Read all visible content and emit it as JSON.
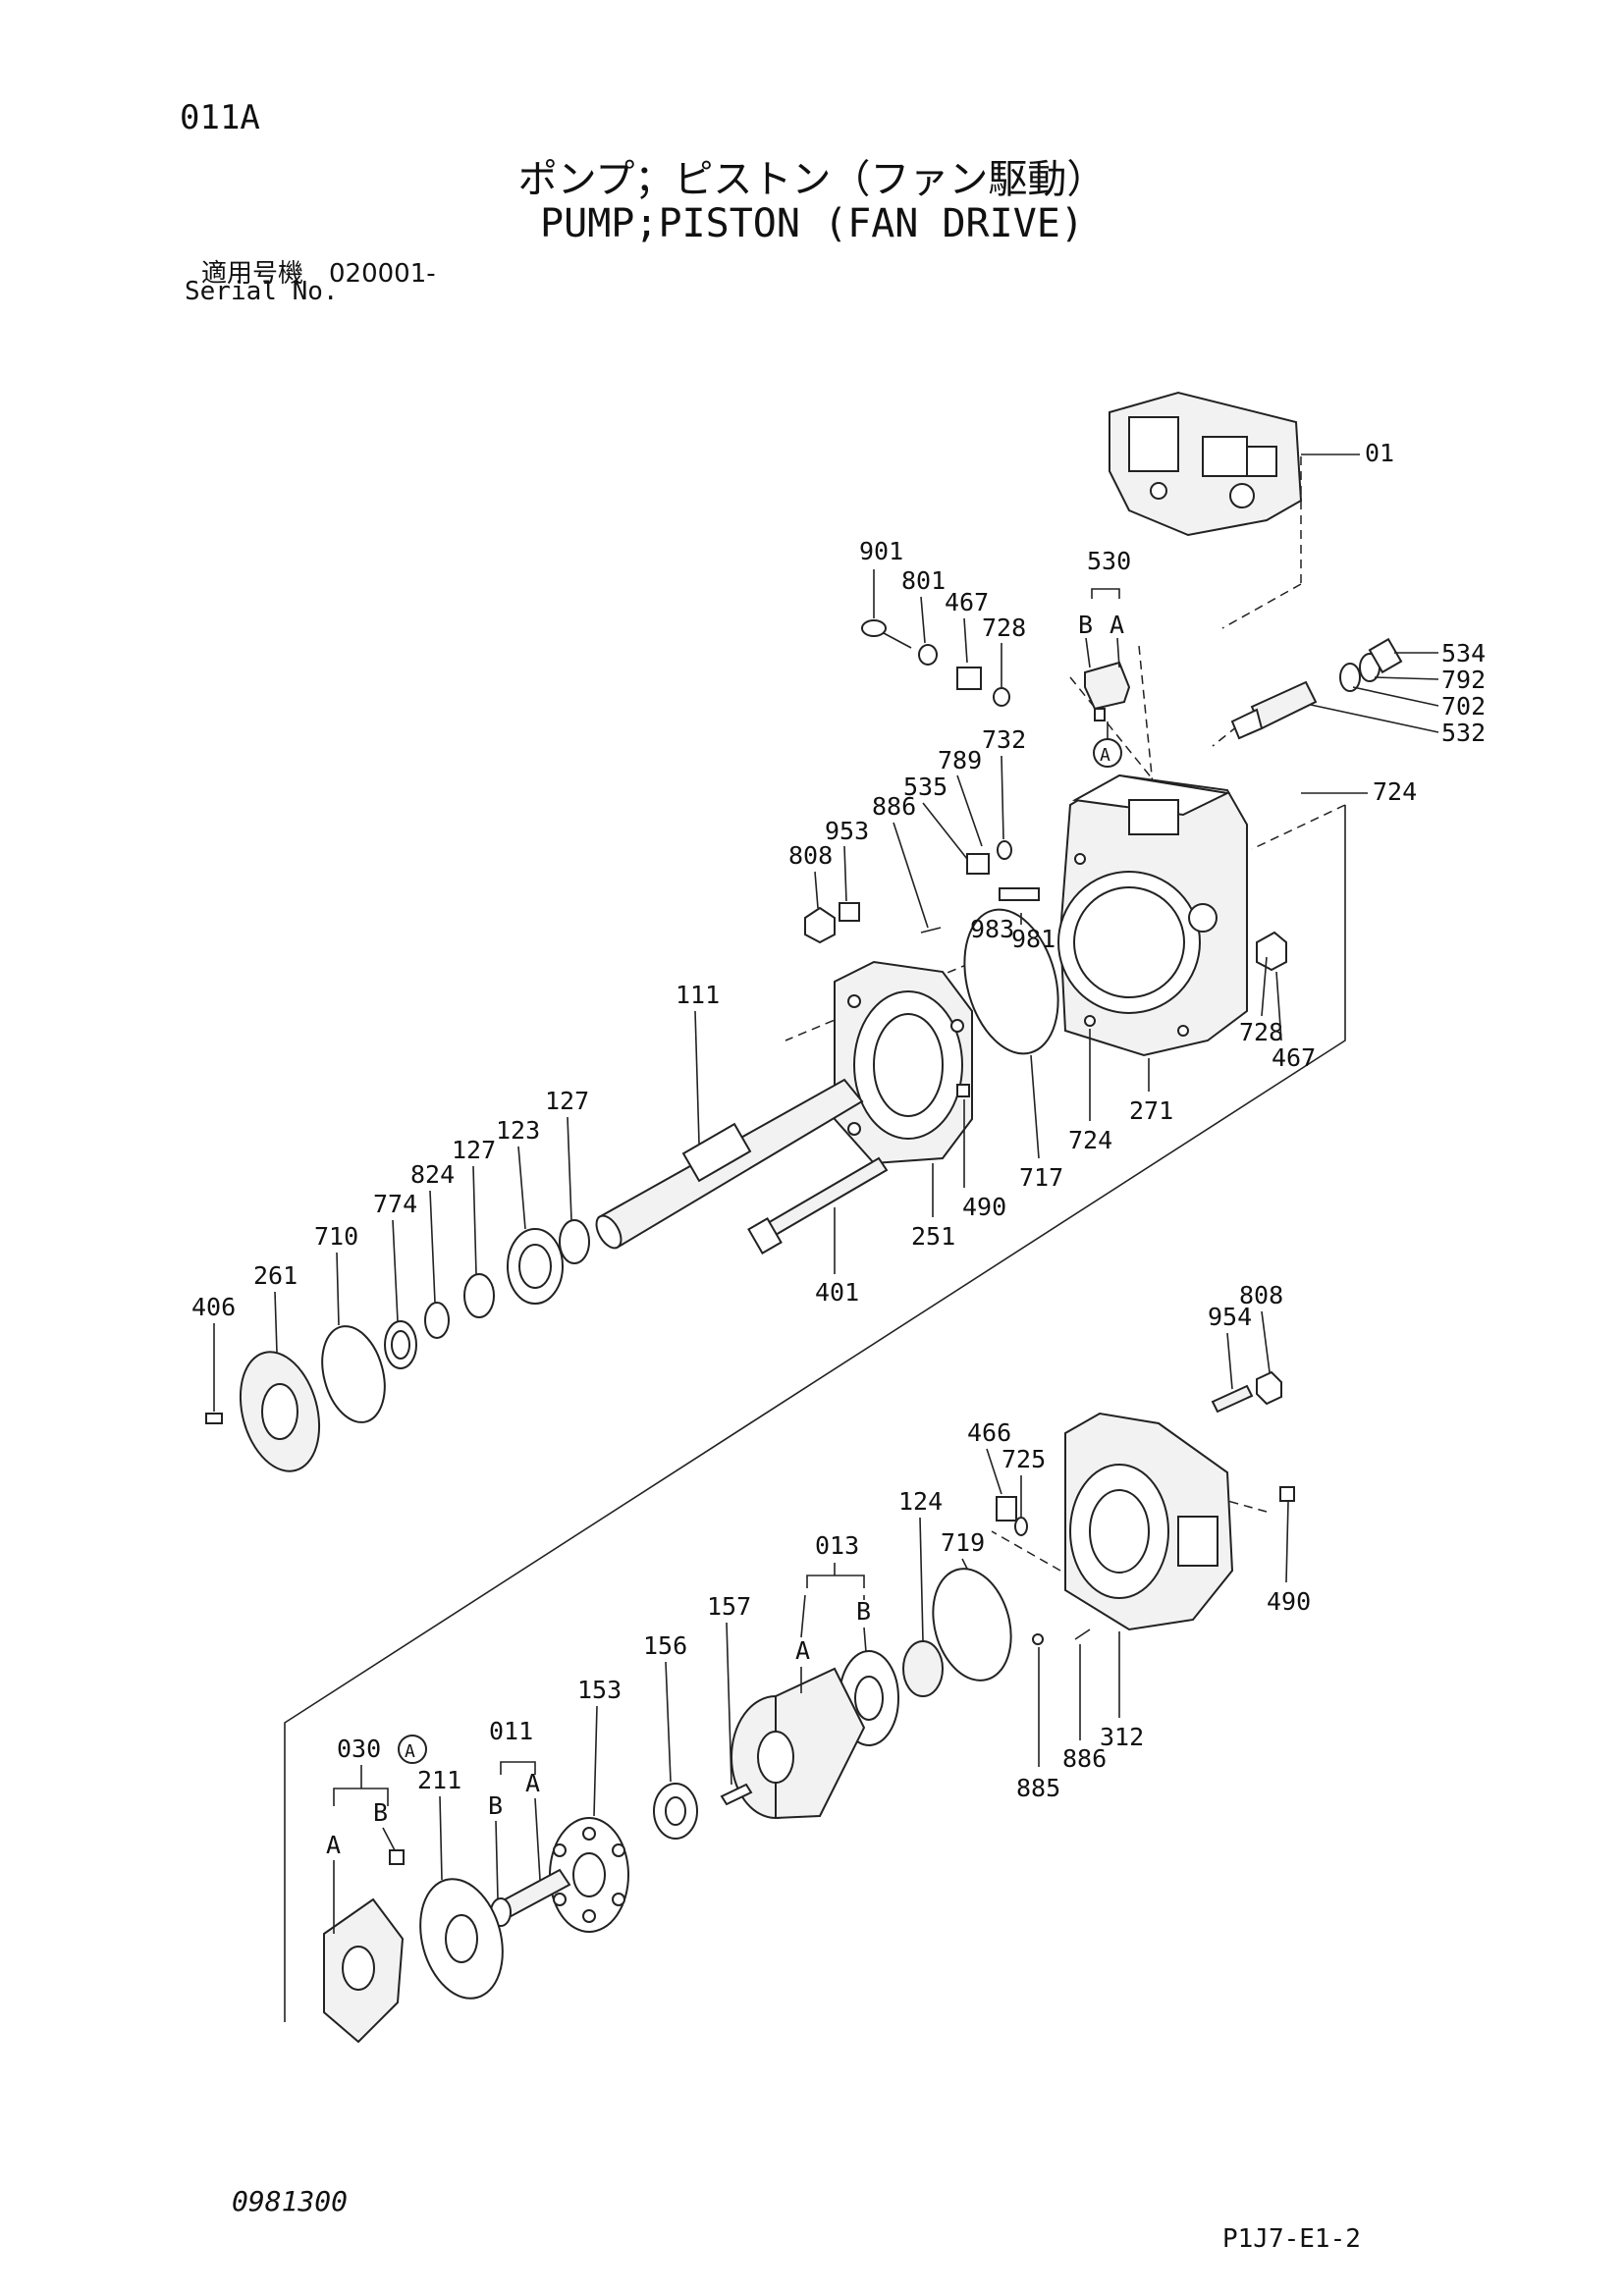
{
  "header": {
    "code": "011A",
    "title_jp": "ポンプ；ピストン（ファン駆動）",
    "title_en": "PUMP;PISTON (FAN DRIVE)",
    "serial_label_jp": "適用号機　020001-",
    "serial_label_en": "Serial No."
  },
  "footer": {
    "doc_code": "0981300",
    "page_code": "P1J7-E1-2"
  },
  "callouts": {
    "c01": "01",
    "c530": "530",
    "c530_b": "B",
    "c530_a": "A",
    "ref_a1": "A",
    "c534": "534",
    "c792": "792",
    "c702": "702",
    "c532": "532",
    "c724a": "724",
    "c901": "901",
    "c801": "801",
    "c467a": "467",
    "c728a": "728",
    "c732": "732",
    "c789": "789",
    "c535": "535",
    "c886a": "886",
    "c953": "953",
    "c808a": "808",
    "c983": "983",
    "c981": "981",
    "c728b": "728",
    "c467b": "467",
    "c111": "111",
    "c127a": "127",
    "c123": "123",
    "c127b": "127",
    "c824": "824",
    "c774": "774",
    "c710": "710",
    "c261": "261",
    "c406": "406",
    "c724b": "724",
    "c271": "271",
    "c717": "717",
    "c490a": "490",
    "c251": "251",
    "c401": "401",
    "c808b": "808",
    "c954": "954",
    "c466": "466",
    "c725": "725",
    "c124": "124",
    "c719": "719",
    "c490b": "490",
    "c013": "013",
    "c013_a": "A",
    "c013_b": "B",
    "c157": "157",
    "c156": "156",
    "c153": "153",
    "c885": "885",
    "c886b": "886",
    "c312": "312",
    "c030": "030",
    "ref_a2": "A",
    "c030_a": "A",
    "c030_b": "B",
    "c211": "211",
    "c011": "011",
    "c011_b": "B",
    "c011_a": "A"
  }
}
